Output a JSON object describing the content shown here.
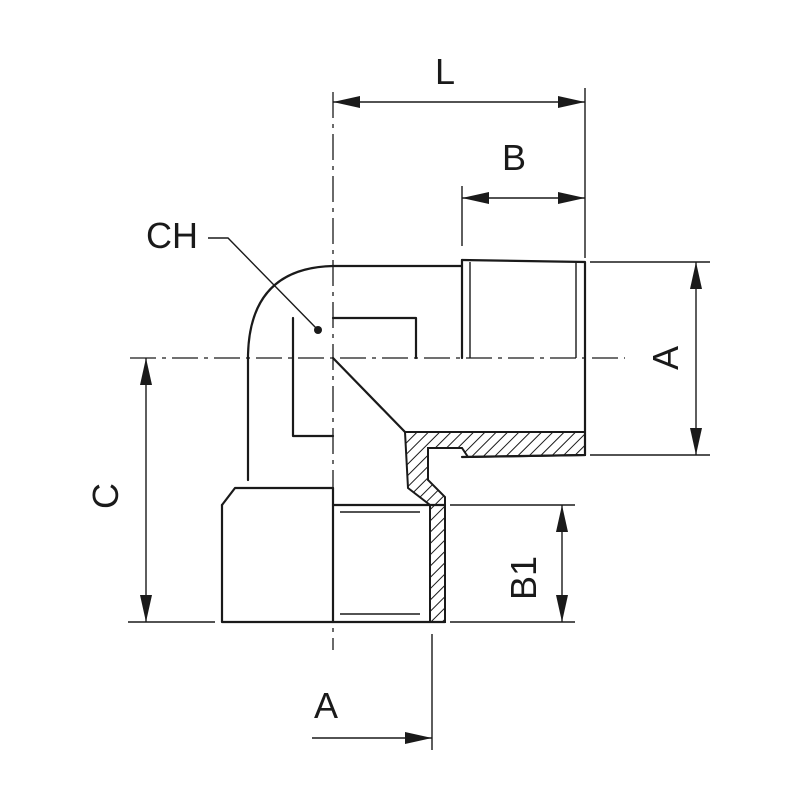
{
  "labels": {
    "L": "L",
    "B": "B",
    "CH": "CH",
    "A_right": "A",
    "C": "C",
    "B1": "B1",
    "A_bottom": "A"
  },
  "colors": {
    "line": "#1a1a1a",
    "background": "#ffffff"
  }
}
